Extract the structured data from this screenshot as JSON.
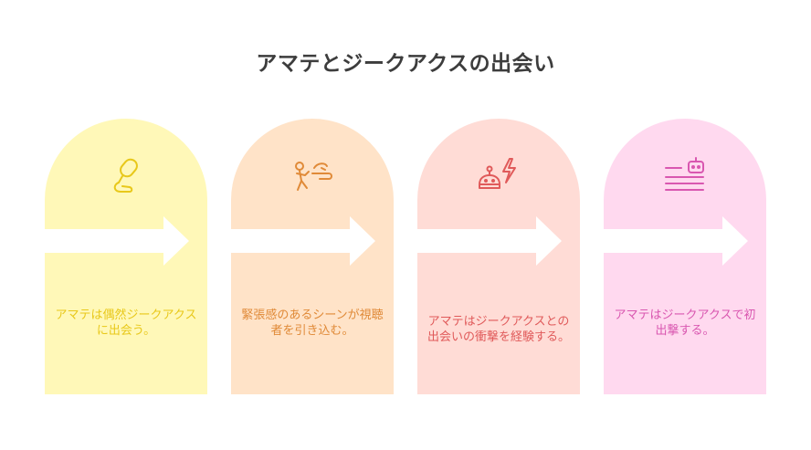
{
  "title": "アマテとジークアクスの出会い",
  "steps": [
    {
      "text": "アマテは偶然ジークアクスに出会う。",
      "icon": "mic-icon",
      "bg": "#fff8b8",
      "color": "#e8c81a"
    },
    {
      "text": "緊張感のあるシーンが視聴者を引き込む。",
      "icon": "running-figure-icon",
      "bg": "#ffe3c8",
      "color": "#e08a38"
    },
    {
      "text": "アマテはジークアクスとの出会いの衝撃を経験する。",
      "icon": "robot-lightning-icon",
      "bg": "#ffdcd6",
      "color": "#e05a5a"
    },
    {
      "text": "アマテはジークアクスで初出撃する。",
      "icon": "robot-lines-icon",
      "bg": "#ffd9ef",
      "color": "#d957b0"
    }
  ]
}
